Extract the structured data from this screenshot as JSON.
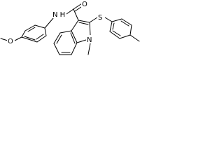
{
  "molecule": {
    "atoms": {
      "ome_o": "O",
      "amide_nh": "N H",
      "amide_o": "O",
      "sulfur": "S",
      "indole_n": "N"
    }
  }
}
